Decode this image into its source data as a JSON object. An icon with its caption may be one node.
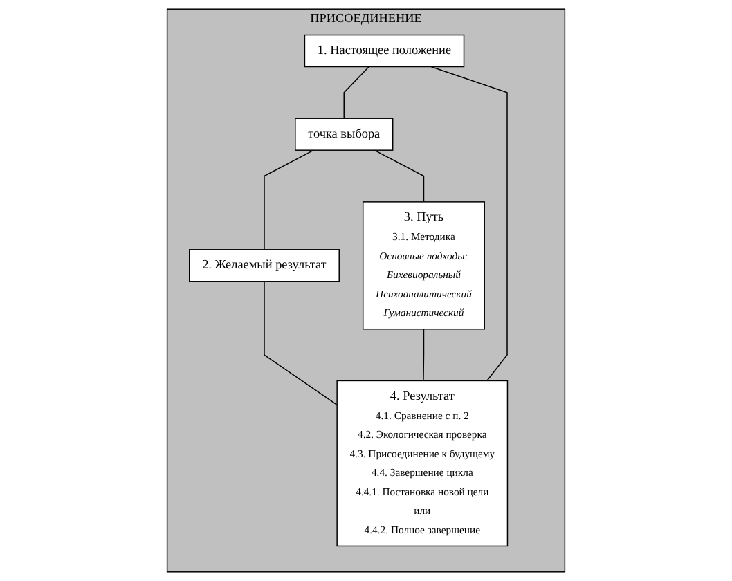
{
  "diagram": {
    "nodes": [
      {
        "text": [
          "ПРИСОЕДИНЕНИЕ"
        ]
      },
      {
        "text": [
          "1. Настоящее положение"
        ],
        "in": 0
      },
      {
        "text": [
          "точка выбора"
        ],
        "in": 0
      },
      {
        "text": [
          "2. Желаемый результат"
        ],
        "in": 0
      },
      {
        "text": [
          "3. Путь",
          "3.1. Методика",
          "Основные подходы:",
          "Бихевиоральный",
          "Психоаналитический",
          "Гуманистический"
        ],
        "in": 0
      },
      {
        "text": [
          "4. Результат",
          "4.1. Сравнение с п. 2",
          "4.2. Экологическая проверка",
          "4.3. Присоединение к будущему",
          "4.4. Завершение цикла",
          "4.4.1. Постановка новой цели",
          "или",
          "4.4.2. Полное завершение"
        ],
        "in": 0
      }
    ],
    "edges": [
      {
        "from": 1,
        "to": 2,
        "arrow": "none"
      },
      {
        "from": 2,
        "to": 3,
        "arrow": "none"
      },
      {
        "from": 2,
        "to": 4,
        "arrow": "none"
      },
      {
        "from": 4,
        "to": 5,
        "arrow": "none"
      },
      {
        "from": 1,
        "to": 5,
        "arrow": "none"
      },
      {
        "from": 3,
        "to": 5,
        "arrow": "none"
      }
    ]
  }
}
